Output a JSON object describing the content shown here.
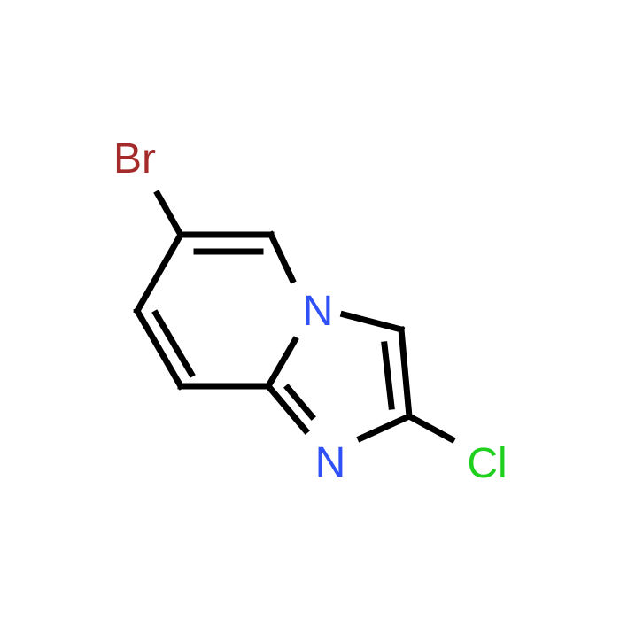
{
  "molecule": {
    "atoms": {
      "br": "Br",
      "n_bridge": "N",
      "n_ring": "N",
      "cl": "Cl"
    }
  },
  "colors": {
    "bond": "#000000",
    "bromine": "#A52A2A",
    "nitrogen": "#3050F8",
    "chlorine": "#1FD01F",
    "background": "#FFFFFF"
  }
}
